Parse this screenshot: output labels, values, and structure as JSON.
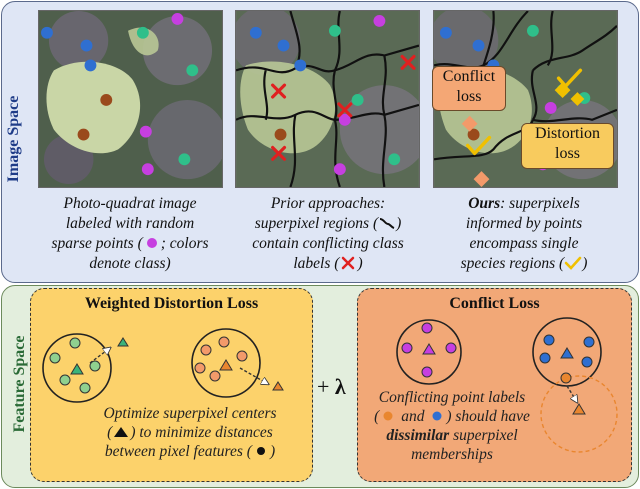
{
  "side_labels": {
    "image_space": "Image Space",
    "feature_space": "Feature Space"
  },
  "captions": {
    "panel1": {
      "line1": "Photo-quadrat image",
      "line2": "labeled with random",
      "line3_a": "sparse points (",
      "line3_b": "; colors",
      "line4": "denote class)"
    },
    "panel2": {
      "line1": "Prior approaches:",
      "line2_a": "superpixel regions (",
      "line2_b": ")",
      "line3": "contain conflicting class",
      "line4_a": "labels (",
      "line4_b": ")"
    },
    "panel3": {
      "line1_bold": "Ours",
      "line1_rest": ": superpixels",
      "line2": "informed by points",
      "line3": "encompass single",
      "line4_a": "species regions (",
      "line4_b": ")"
    }
  },
  "overlay_tags": {
    "conflict": "Conflict loss",
    "distortion": "Distortion loss"
  },
  "weighted_box": {
    "title": "Weighted Distortion Loss",
    "line1": "Optimize superpixel centers",
    "line2_a": "(",
    "line2_b": ") to minimize distances",
    "line3_a": "between pixel features (",
    "line3_b": ")"
  },
  "conflict_box": {
    "title": "Conflict Loss",
    "line1": "Conflicting point labels",
    "line2_a": "(",
    "line2_b": " and ",
    "line2_c": ") should have",
    "line3_bold": "dissimilar",
    "line3_rest": " superpixel",
    "line4": "memberships"
  },
  "operator": {
    "plus": "+",
    "lambda": "λ"
  },
  "colors": {
    "point_blue": "#2f6fd1",
    "point_green": "#2fbf8a",
    "point_brown": "#9a4a1c",
    "point_magenta": "#c63fe0",
    "feature_green": "#8fd08f",
    "feature_orange": "#f39a6a",
    "triangle_green": "#3bb37a",
    "triangle_orange": "#e9862f",
    "cross_red": "#e02020",
    "check_yellow": "#f0c000"
  }
}
